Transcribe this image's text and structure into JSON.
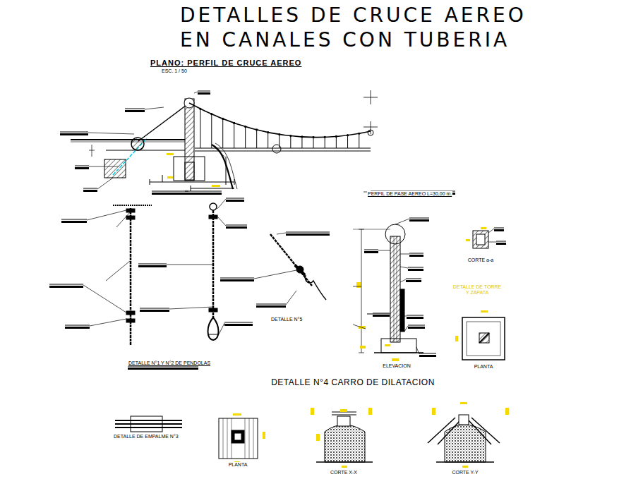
{
  "diagram": {
    "title": "DETALLES DE CRUCE AEREO EN CANALES CON TUBERIA",
    "labels": [
      "PLANO: PERFIL DE CRUCE AEREO",
      "ESC. 1 / 50",
      "PERFIL DE PASE AEREO L=30,00 m.",
      "DETALLE N°1 Y N°2 DE PENDOLAS",
      "DETALLE N°5",
      "ELEVACION",
      "CORTE a-a",
      "DETALLE DE TORRE Y ZAPATA",
      "PLANTA",
      "DETALLE N°4 CARRO DE DILATACION",
      "DETALLE DE EMPALME N°3",
      "PLANTA",
      "CORTE X-X",
      "CORTE Y-Y"
    ]
  }
}
